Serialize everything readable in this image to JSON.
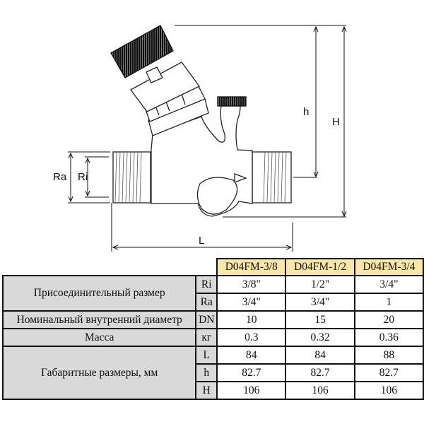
{
  "drawing": {
    "labels": {
      "Ra": "Ra",
      "Ri": "Ri",
      "h": "h",
      "H": "H",
      "L": "L"
    }
  },
  "table": {
    "columns": [
      "D04FM-3/8",
      "D04FM-1/2",
      "D04FM-3/4"
    ],
    "header_color": "#fce7a4",
    "label_color": "#d9d9d9",
    "groups": [
      {
        "label": "Присоединительный размер",
        "rows": [
          {
            "unit": "Ri",
            "values": [
              "3/8\"",
              "1/2\"",
              "3/4\""
            ]
          },
          {
            "unit": "Ra",
            "values": [
              "3/4\"",
              "3/4\"",
              "1"
            ]
          }
        ]
      },
      {
        "label": "Номинальный внутренний диаметр",
        "rows": [
          {
            "unit": "DN",
            "values": [
              "10",
              "15",
              "20"
            ]
          }
        ]
      },
      {
        "label": "Масса",
        "rows": [
          {
            "unit": "кг",
            "values": [
              "0.3",
              "0.32",
              "0.36"
            ]
          }
        ]
      },
      {
        "label": "Габаритные размеры, мм",
        "rows": [
          {
            "unit": "L",
            "values": [
              "84",
              "84",
              "88"
            ]
          },
          {
            "unit": "h",
            "values": [
              "82.7",
              "82.7",
              "82.7"
            ]
          },
          {
            "unit": "H",
            "values": [
              "106",
              "106",
              "106"
            ]
          }
        ]
      }
    ]
  }
}
